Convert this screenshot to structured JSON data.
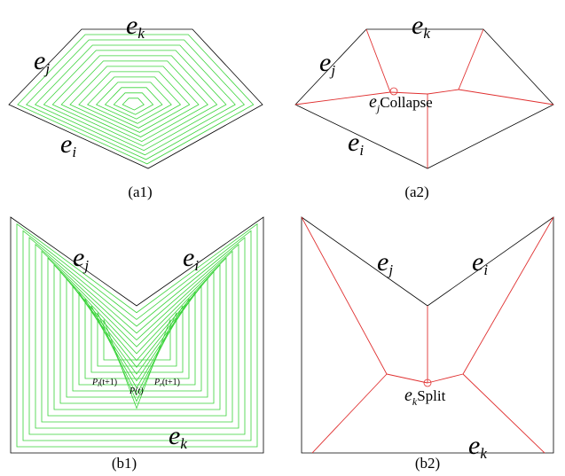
{
  "colors": {
    "boundary": "#000000",
    "offset": "#39d339",
    "skeleton": "#e03030"
  },
  "panels": {
    "a1": {
      "caption": "(a1)",
      "edge_labels": [
        {
          "base": "e",
          "sub": "k"
        },
        {
          "base": "e",
          "sub": "j"
        },
        {
          "base": "e",
          "sub": "i"
        }
      ]
    },
    "a2": {
      "caption": "(a2)",
      "edge_labels": [
        {
          "base": "e",
          "sub": "k"
        },
        {
          "base": "e",
          "sub": "j"
        },
        {
          "base": "e",
          "sub": "i"
        }
      ],
      "event": {
        "base": "e",
        "sub": "j",
        "text": "Collapse"
      }
    },
    "b1": {
      "caption": "(b1)",
      "edge_labels": [
        {
          "base": "e",
          "sub": "j"
        },
        {
          "base": "e",
          "sub": "i"
        },
        {
          "base": "e",
          "sub": "k"
        }
      ],
      "points": [
        {
          "base": "P",
          "sub": "l",
          "arg": "(t+1)"
        },
        {
          "base": "P",
          "sub": "",
          "arg": "(t)"
        },
        {
          "base": "P",
          "sub": "r",
          "arg": "(t+1)"
        }
      ]
    },
    "b2": {
      "caption": "(b2)",
      "edge_labels": [
        {
          "base": "e",
          "sub": "j"
        },
        {
          "base": "e",
          "sub": "i"
        },
        {
          "base": "e",
          "sub": "k"
        }
      ],
      "event": {
        "base": "e",
        "sub": "k",
        "text": "Split"
      }
    }
  }
}
